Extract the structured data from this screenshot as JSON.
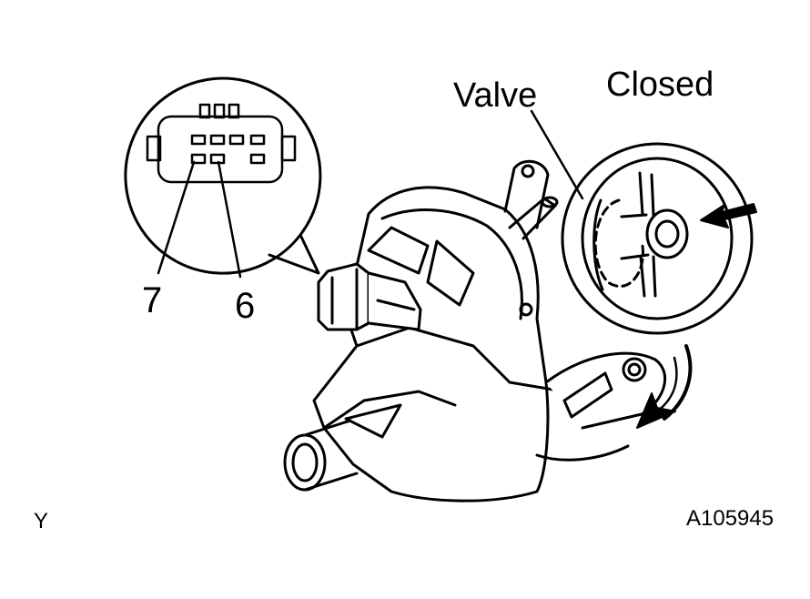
{
  "labels": {
    "valve": "Valve",
    "closed": "Closed",
    "pin7": "7",
    "pin6": "6",
    "view_letter": "Y",
    "figure_code": "A105945"
  },
  "colors": {
    "line": "#000000",
    "background": "#ffffff"
  },
  "icons": [
    "arrow-icon",
    "rotation-arrow-icon"
  ]
}
